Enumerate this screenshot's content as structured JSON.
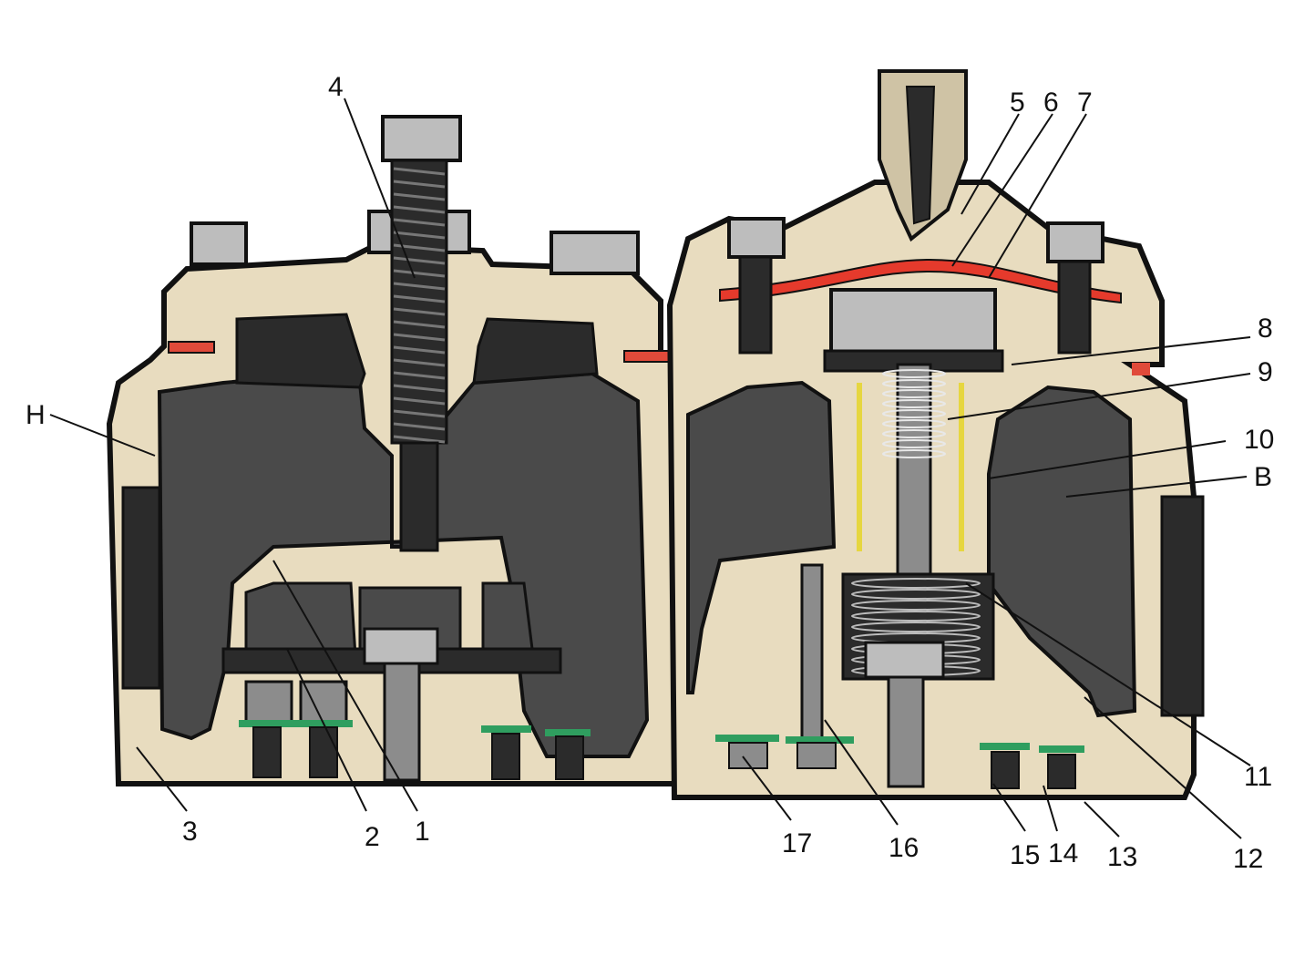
{
  "colors": {
    "body": "#e8dcbf",
    "body_shade": "#cfc3a5",
    "cavity": "#4a4a4a",
    "cavity_dark": "#2b2b2b",
    "outline": "#111111",
    "metal": "#8c8c8c",
    "metal_light": "#bdbdbd",
    "diaphragm": "#e53a2c",
    "gasket": "#e04a3a",
    "valve_washer": "#2f9e5f",
    "spring": "#e6d640"
  },
  "labels": {
    "l1": "1",
    "l2": "2",
    "l3": "3",
    "l4": "4",
    "l5": "5",
    "l6": "6",
    "l7": "7",
    "l8": "8",
    "l9": "9",
    "l10": "10",
    "l11": "11",
    "l12": "12",
    "l13": "13",
    "l14": "14",
    "l15": "15",
    "l16": "16",
    "l17": "17",
    "lH": "H",
    "lB": "B"
  }
}
